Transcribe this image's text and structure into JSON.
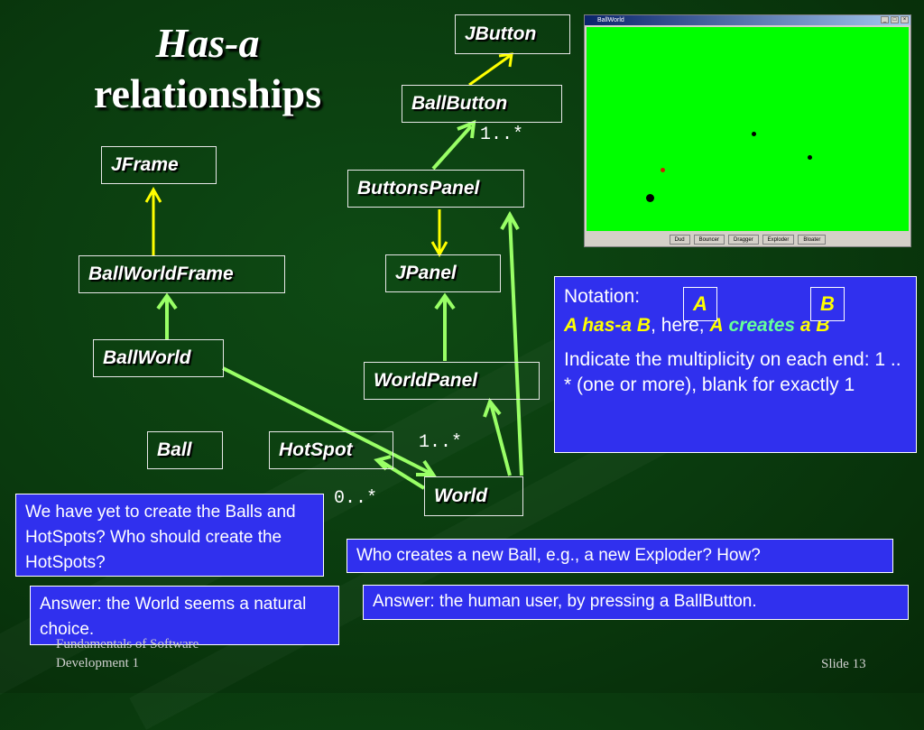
{
  "title": {
    "line1": "Has-a",
    "line2": "relationships"
  },
  "classes": {
    "jbutton": "JButton",
    "ballbutton": "BallButton",
    "buttonspanel": "ButtonsPanel",
    "jpanel": "JPanel",
    "worldpanel": "WorldPanel",
    "world": "World",
    "jframe": "JFrame",
    "ballworldframe": "BallWorldFrame",
    "ballworld": "BallWorld",
    "ball": "Ball",
    "hotspot": "HotSpot"
  },
  "multiplicities": {
    "ballbutton": "1..*",
    "worldpanel": "1..*",
    "hotspot": "0..*"
  },
  "notation": {
    "label": "Notation:",
    "a": "A",
    "b": "B",
    "line_a1": "A has-a B",
    "line_mid": ", here, ",
    "line_a2": "A",
    "line_creates": "creates",
    "line_b": "a B",
    "desc": "Indicate the multiplicity on each end:  1 .. *   (one or more), blank for exactly 1"
  },
  "questions": {
    "q1": "We have yet to create the Balls and HotSpots?  Who should create the HotSpots?",
    "a1": "Answer:  the World seems a natural choice.",
    "q2": "Who creates a new Ball, e.g., a new Exploder?  How?",
    "a2": "Answer: the human user, by pressing a BallButton."
  },
  "footer": {
    "course_line1": "Fundamentals of Software",
    "course_line2": "Development 1",
    "slide": "Slide 13"
  },
  "window": {
    "title": "BallWorld",
    "buttons": [
      "Dud",
      "Bouncer",
      "Dragger",
      "Exploder",
      "Bloater"
    ]
  },
  "colors": {
    "inheritance_arrow": "#ffff00",
    "has_a_arrow": "#99ff66",
    "canvas": "#00ff00",
    "note_bg": "#3030ee"
  }
}
